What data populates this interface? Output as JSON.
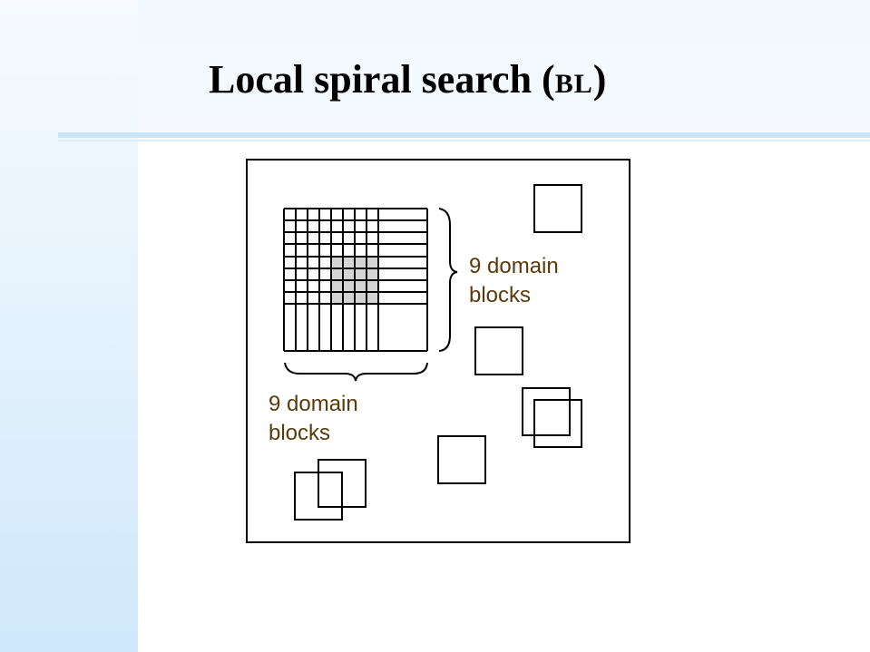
{
  "slide": {
    "title_main": "Local spiral search (",
    "title_abbrev": "BL",
    "title_close": ")"
  },
  "diagram": {
    "label_right_line1": "9 domain",
    "label_right_line2": "blocks",
    "label_bottom_line1": "9 domain",
    "label_bottom_line2": "blocks",
    "colors": {
      "stroke": "#000000",
      "highlight": "#d4d4d4",
      "label_text": "#5a3a0a"
    }
  }
}
